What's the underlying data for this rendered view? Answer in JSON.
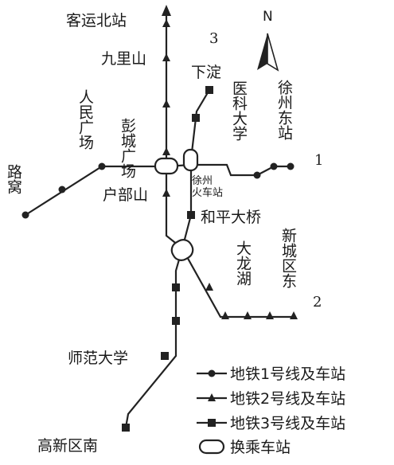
{
  "compass": {
    "label": "N"
  },
  "line_numbers": {
    "line1": "1",
    "line2": "2",
    "line3": "3"
  },
  "stations": {
    "keyun_bei": "客运北站",
    "jiulishan": "九里山",
    "xiadian": "下淀",
    "renmin_guangchang": "人民广场",
    "pengcheng_guangchang": "彭城广场",
    "yike_daxue": "医科大学",
    "xuzhou_dongzhan": "徐州东站",
    "luwo": "路窝",
    "xuzhou_huochezhan": "徐州火车站",
    "hubushan": "户部山",
    "heping_daqiao": "和平大桥",
    "dalonghu": "大龙湖",
    "xinchengqu_dong": "新城区东",
    "shifan_daxue": "师范大学",
    "gaoxinqu_nan": "高新区南"
  },
  "legend": {
    "line1": "地铁1号线及车站",
    "line2": "地铁2号线及车站",
    "line3": "地铁3号线及车站",
    "transfer": "换乘车站"
  }
}
